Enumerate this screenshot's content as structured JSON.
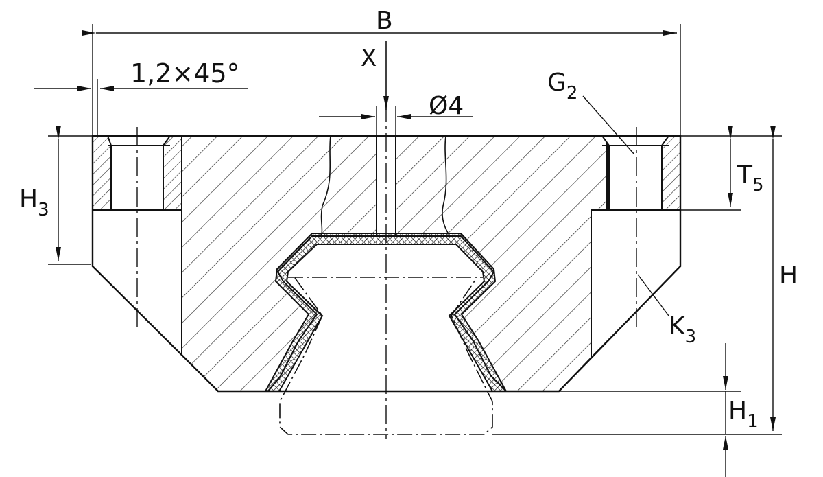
{
  "labels": {
    "B": "B",
    "X": "X",
    "chamfer": "1,2×45°",
    "diameter_symbol": "Ø",
    "diameter_value": "4",
    "G_main": "G",
    "G_sub": "2",
    "H3_main": "H",
    "H3_sub": "3",
    "T5_main": "T",
    "T5_sub": "5",
    "H": "H",
    "K3_main": "K",
    "K3_sub": "3",
    "H1_main": "H",
    "H1_sub": "1"
  },
  "colors": {
    "line": "#111111",
    "background": "#ffffff"
  }
}
